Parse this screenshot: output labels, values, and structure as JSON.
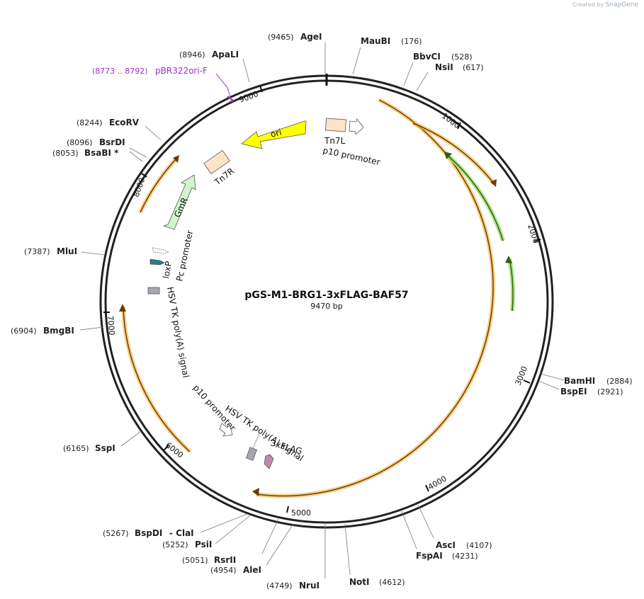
{
  "credit": {
    "prefix": "Created by",
    "brand": "SnapGene"
  },
  "plasmid": {
    "name": "pGS-M1-BRG1-3xFLAG-BAF57",
    "length_label": "9470 bp",
    "length": 9470
  },
  "ticks": [
    {
      "pos": 1000,
      "label": "1000"
    },
    {
      "pos": 2000,
      "label": "2000"
    },
    {
      "pos": 3000,
      "label": "3000"
    },
    {
      "pos": 4000,
      "label": "4000"
    },
    {
      "pos": 5000,
      "label": "5000"
    },
    {
      "pos": 6000,
      "label": "6000"
    },
    {
      "pos": 7000,
      "label": "7000"
    },
    {
      "pos": 8000,
      "label": "8000"
    },
    {
      "pos": 9000,
      "label": "9000"
    }
  ],
  "sites": [
    {
      "name": "AgeI",
      "pos_label": "(9465)"
    },
    {
      "name": "MauBI",
      "pos_label": "(176)"
    },
    {
      "name": "BbvCI",
      "pos_label": "(528)"
    },
    {
      "name": "NsiI",
      "pos_label": "(617)"
    },
    {
      "name": "ApaLI",
      "pos_label": "(8946)"
    },
    {
      "name": "EcoRV",
      "pos_label": "(8244)"
    },
    {
      "name": "BsrDI",
      "pos_label": "(8096)"
    },
    {
      "name": "BsaBI *",
      "pos_label": "(8053)"
    },
    {
      "name": "MluI",
      "pos_label": "(7387)"
    },
    {
      "name": "BmgBI",
      "pos_label": "(6904)"
    },
    {
      "name": "SspI",
      "pos_label": "(6165)"
    },
    {
      "name": "BspDI",
      "pos_label": "(5267)",
      "suffix": "- ClaI"
    },
    {
      "name": "PsiI",
      "pos_label": "(5252)"
    },
    {
      "name": "RsrII",
      "pos_label": "(5051)"
    },
    {
      "name": "AleI",
      "pos_label": "(4954)"
    },
    {
      "name": "NruI",
      "pos_label": "(4749)"
    },
    {
      "name": "NotI",
      "pos_label": "(4612)"
    },
    {
      "name": "AscI",
      "pos_label": "(4107)"
    },
    {
      "name": "FspAI",
      "pos_label": "(4231)"
    },
    {
      "name": "BamHI",
      "pos_label": "(2884)"
    },
    {
      "name": "BspEI",
      "pos_label": "(2921)"
    }
  ],
  "primer": {
    "range_label": "(8773 .. 8792)",
    "name": "pBR322ori-F",
    "color": "#9b30d0"
  },
  "features": {
    "ori": "ori",
    "tn7l": "Tn7L",
    "p10_top": "p10 promoter",
    "tn7r": "Tn7R",
    "gmr": "GmR",
    "loxp": "loxP",
    "pc_promoter": "Pc promoter",
    "hsv_left": "HSV TK poly(A) signal",
    "p10_bottom": "p10 promoter",
    "hsv_bottom": "HSV TK poly(A) signal",
    "flag": "3xFLAG"
  },
  "colors": {
    "backbone": "#222222",
    "ori": "#ffff00",
    "tn7": "#fde3c8",
    "gmr": "#cff5cb",
    "loxp": "#2b7a8c",
    "terminator": "#a4a8ae",
    "flag": "#c08aa8",
    "cds_orange": "#f5b84a",
    "cds_green": "#9ee06a"
  }
}
